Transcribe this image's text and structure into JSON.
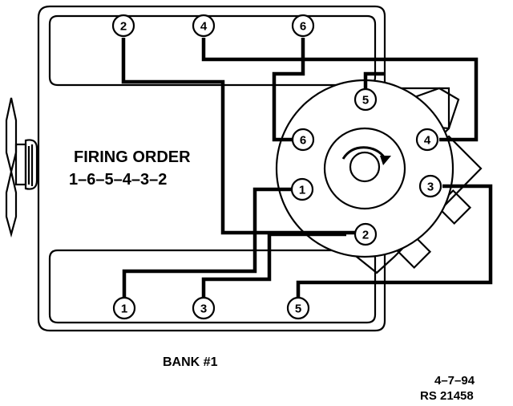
{
  "title": {
    "line1": "FIRING ORDER",
    "line2": "1–6–5–4–3–2"
  },
  "bank_label": "BANK #1",
  "date": "4–7–94",
  "ref": "RS 21458",
  "top_bank": [
    {
      "id": "plug-2",
      "label": "2"
    },
    {
      "id": "plug-4",
      "label": "4"
    },
    {
      "id": "plug-6",
      "label": "6"
    }
  ],
  "bottom_bank": [
    {
      "id": "plug-1",
      "label": "1"
    },
    {
      "id": "plug-3",
      "label": "3"
    },
    {
      "id": "plug-5",
      "label": "5"
    }
  ],
  "distributor": [
    {
      "id": "dist-5",
      "label": "5"
    },
    {
      "id": "dist-4",
      "label": "4"
    },
    {
      "id": "dist-3",
      "label": "3"
    },
    {
      "id": "dist-2",
      "label": "2"
    },
    {
      "id": "dist-1",
      "label": "1"
    },
    {
      "id": "dist-6",
      "label": "6"
    }
  ]
}
